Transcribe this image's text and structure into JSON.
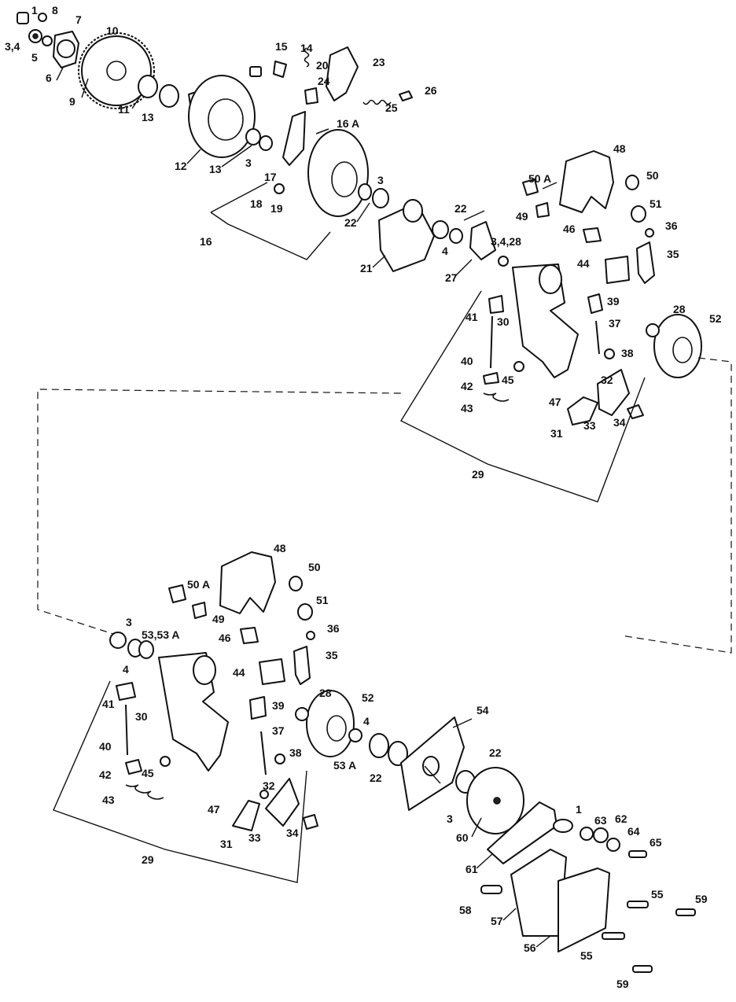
{
  "callouts": {
    "c1": "1",
    "c8": "8",
    "c7": "7",
    "c10": "10",
    "c3_4": "3,4",
    "c5": "5",
    "c6": "6",
    "c9": "9",
    "c11": "11",
    "c13a": "13",
    "c12": "12",
    "c13b": "13",
    "c3a": "3",
    "c15": "15",
    "c14": "14",
    "c20": "20",
    "c24": "24",
    "c23": "23",
    "c25": "25",
    "c26": "26",
    "c16a": "16 A",
    "c17": "17",
    "c18": "18",
    "c19": "19",
    "c16": "16",
    "c3b": "3",
    "c22a": "22",
    "c48a": "48",
    "c50Aa": "50 A",
    "c50a": "50",
    "c49a": "49",
    "c51a": "51",
    "c22b": "22",
    "c4a": "4",
    "c3_4_28": "3,4,28",
    "c46a": "46",
    "c36a": "36",
    "c35a": "35",
    "c44a": "44",
    "c21": "21",
    "c27": "27",
    "c39a": "39",
    "c41a": "41",
    "c30a": "30",
    "c28a": "28",
    "c52a": "52",
    "c37a": "37",
    "c40a": "40",
    "c38a": "38",
    "c42a": "42",
    "c45a": "45",
    "c32a": "32",
    "c47a": "47",
    "c43a": "43",
    "c34a": "34",
    "c31a": "31",
    "c33a": "33",
    "c29a": "29",
    "c48b": "48",
    "c50Ab": "50 A",
    "c50b": "50",
    "c49b": "49",
    "c51b": "51",
    "c3c": "3",
    "c53_53A": "53,53 A",
    "c36b": "36",
    "c46b": "46",
    "c4b": "4",
    "c35b": "35",
    "c44b": "44",
    "c41b": "41",
    "c30b": "30",
    "c28b": "28",
    "c52b": "52",
    "c39b": "39",
    "c54": "54",
    "c37b": "37",
    "c4c": "4",
    "c40b": "40",
    "c38b": "38",
    "c53A": "53 A",
    "c22c": "22",
    "c42b": "42",
    "c45b": "45",
    "c22d": "22",
    "c32b": "32",
    "c43b": "43",
    "c3d": "3",
    "c47b": "47",
    "c34b": "34",
    "c60": "60",
    "c1b": "1",
    "c63": "63",
    "c62": "62",
    "c31b": "31",
    "c33b": "33",
    "c64": "64",
    "c65": "65",
    "c29b": "29",
    "c61": "61",
    "c55a": "55",
    "c59a": "59",
    "c58": "58",
    "c57": "57",
    "c56": "56",
    "c55b": "55",
    "c59b": "59"
  },
  "icons": [
    "sprocket-icon",
    "drum-icon",
    "bracket-icon",
    "plate-icon",
    "spring-icon",
    "bolt-icon"
  ]
}
